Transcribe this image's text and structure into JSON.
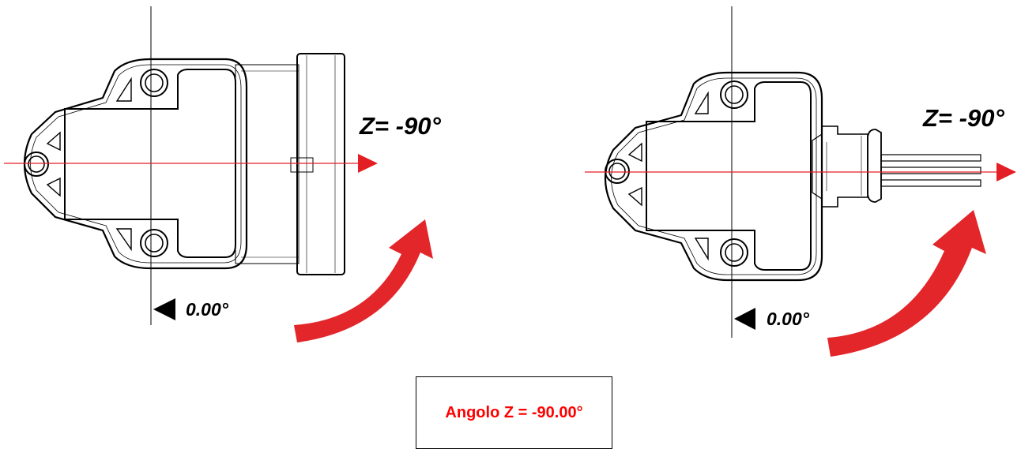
{
  "left_view": {
    "angle_label": "Z= -90°",
    "reference_label": "0.00°"
  },
  "right_view": {
    "angle_label": "Z= -90°",
    "reference_label": "0.00°"
  },
  "result": {
    "text": "Angolo Z = -90.00°"
  },
  "colors": {
    "axis_line": "#e31e24",
    "rotation_arrow": "#e3262a",
    "result_text": "#ff0000",
    "outline": "#000000"
  }
}
